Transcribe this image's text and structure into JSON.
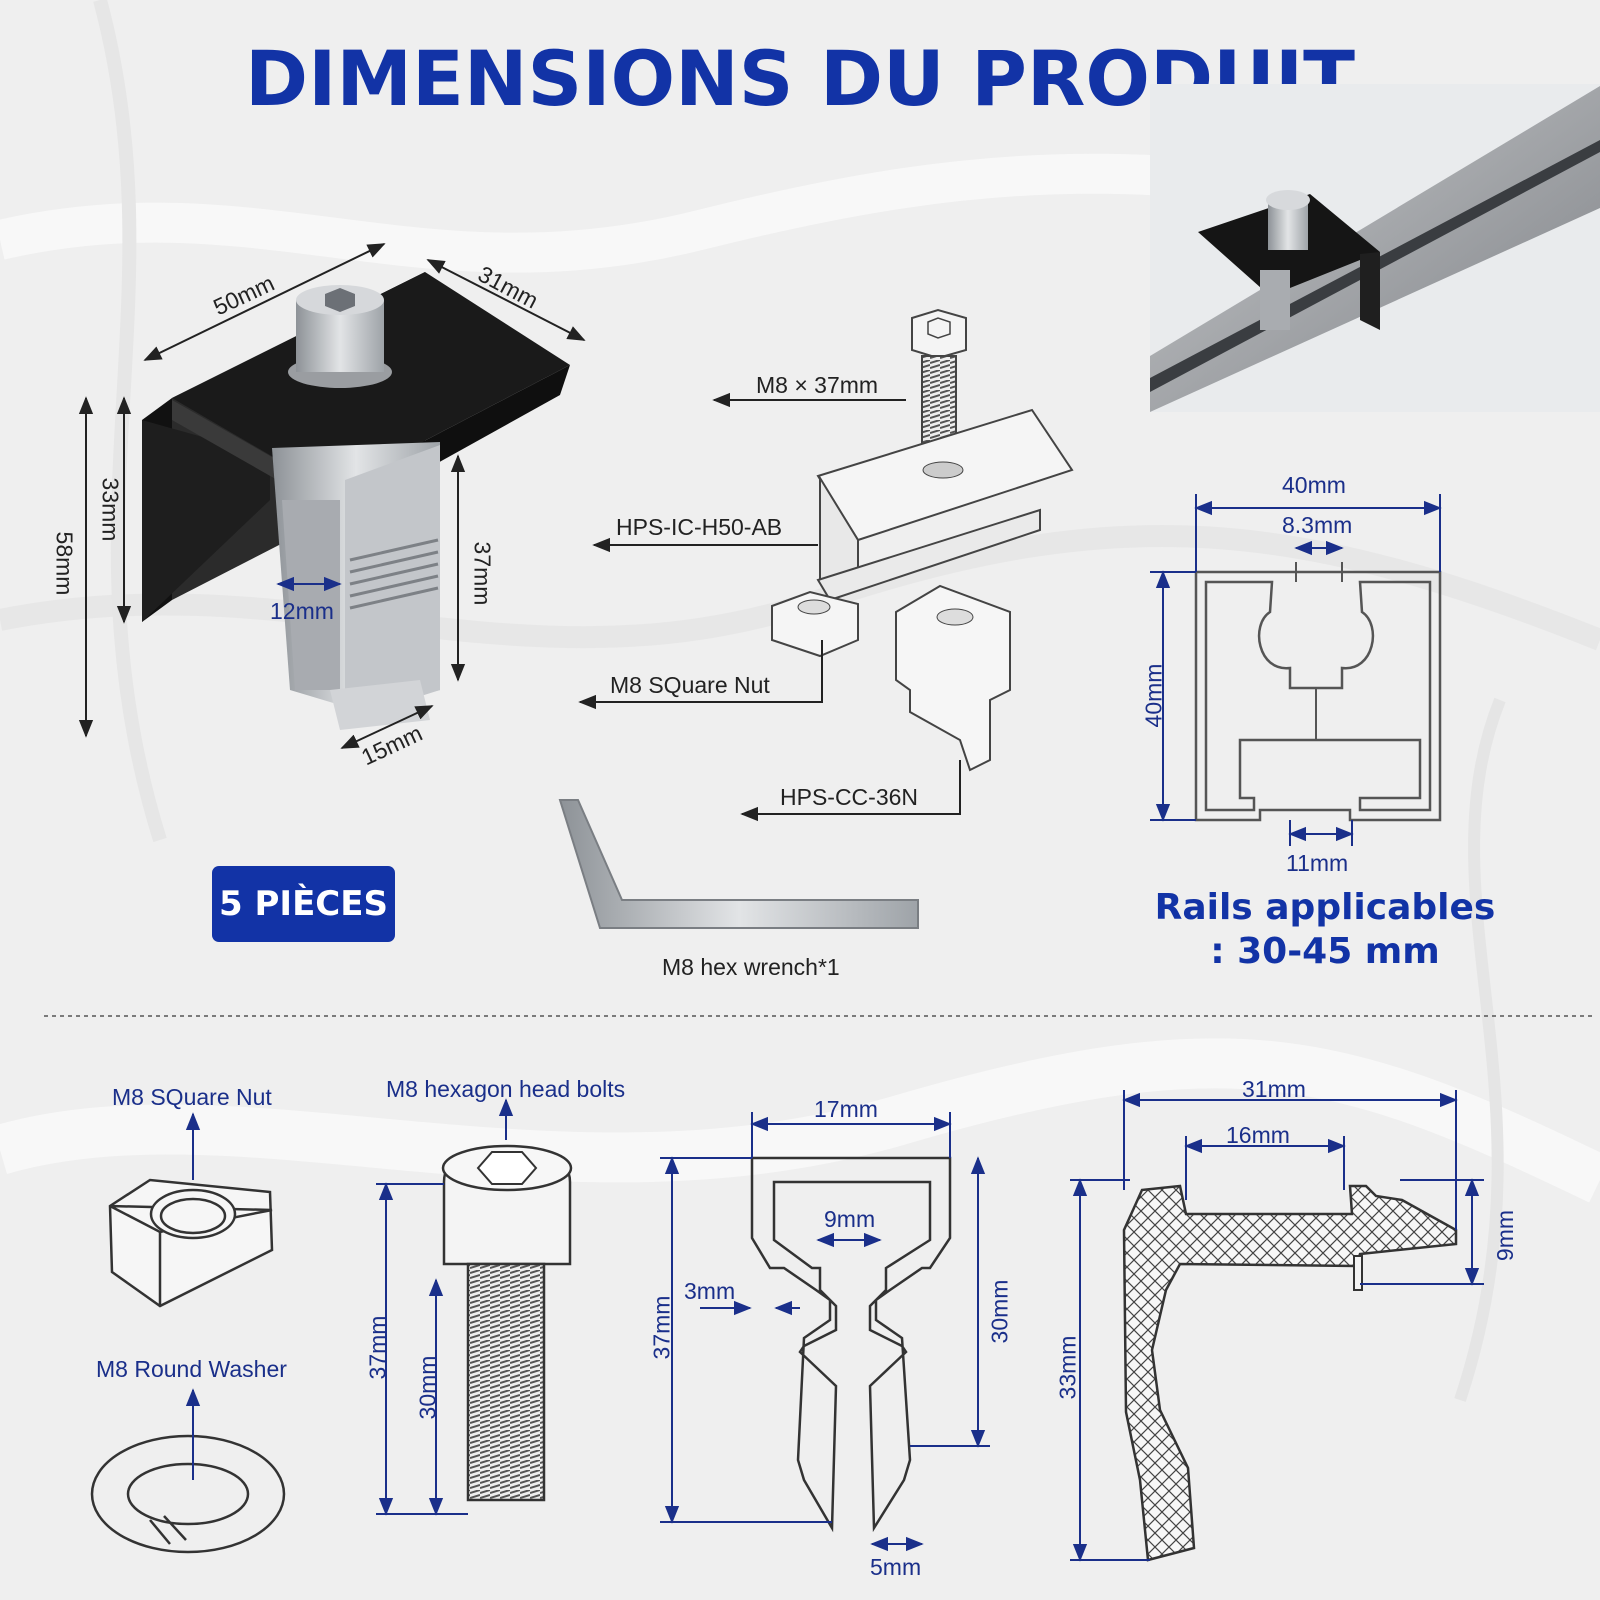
{
  "title": "DIMENSIONS DU PRODUIT",
  "badge": "5 PIÈCES",
  "rails_text": {
    "line1": "Rails applicables",
    "line2": ": 30-45 mm"
  },
  "clamp_dims": {
    "width_top": "50mm",
    "depth_top": "31mm",
    "height_total": "58mm",
    "height_body": "33mm",
    "height_leg": "37mm",
    "gap": "12mm",
    "foot": "15mm"
  },
  "parts_callouts": {
    "bolt": "M8 × 37mm",
    "clamp": "HPS-IC-H50-AB",
    "nut": "M8 SQuare Nut",
    "cc": "HPS-CC-36N",
    "wrench": "M8 hex wrench*1"
  },
  "rail_profile": {
    "width": "40mm",
    "slot": "8.3mm",
    "height": "40mm",
    "bottom": "11mm"
  },
  "bottom_labels": {
    "square_nut": "M8 SQuare Nut",
    "washer": "M8 Round Washer",
    "hex_bolt": "M8 hexagon head bolts",
    "bolt_total": "37mm",
    "bolt_thread": "30mm"
  },
  "clip_dims": {
    "width": "17mm",
    "inner": "9mm",
    "wall": "3mm",
    "height": "37mm",
    "inner_height": "30mm",
    "tip": "5mm"
  },
  "clamp_profile_dims": {
    "width": "31mm",
    "inner": "16mm",
    "flange": "9mm",
    "height": "33mm"
  },
  "colors": {
    "accent": "#1233a6",
    "dim_line": "#1a2f8a",
    "clamp_black": "#1b1b1b",
    "metal": "#b9bcc0"
  }
}
